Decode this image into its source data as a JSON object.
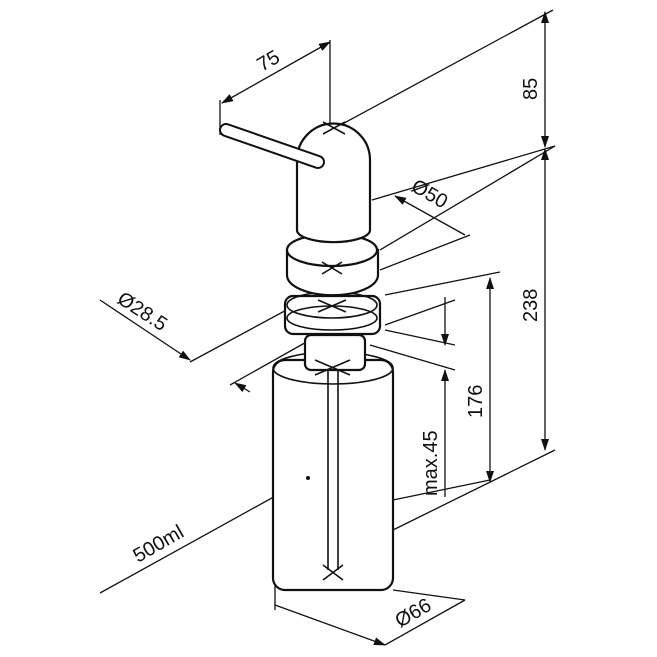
{
  "title": "Soap dispenser dimension drawing",
  "dimensions": {
    "spout_reach": "75",
    "head_height": "85",
    "head_diameter": "Ø50",
    "total_height_below": "238",
    "thread_diameter": "Ø28.5",
    "max_countertop": "max.45",
    "bottle_height": "176",
    "volume": "500ml",
    "bottle_diameter": "Ø66"
  }
}
